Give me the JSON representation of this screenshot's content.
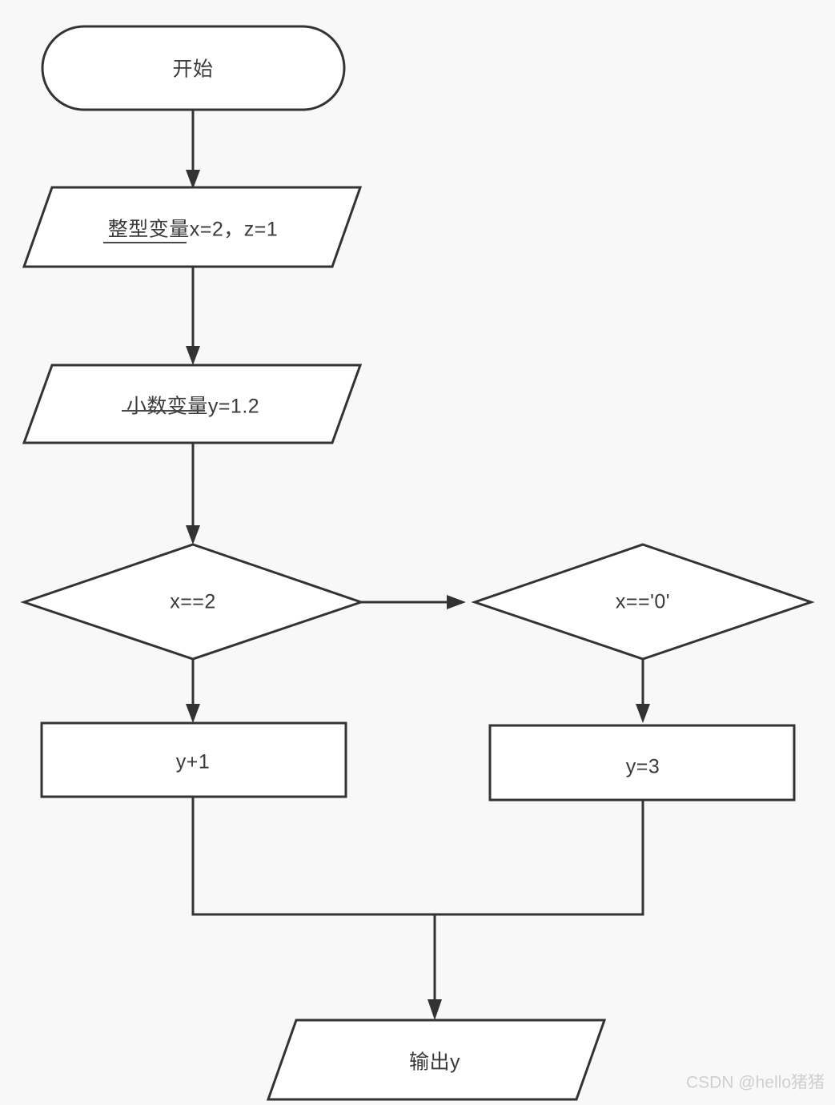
{
  "diagram": {
    "title": "flowchart",
    "background_color": "#f8f8f8",
    "node_fill": "#ffffff",
    "stroke_color": "#333333",
    "text_color": "#3a3a3a"
  },
  "nodes": {
    "start": {
      "label": "开始",
      "shape": "stadium"
    },
    "declare_int": {
      "label": "整型变量x=2，z=1",
      "shape": "parallelogram",
      "decoration": "underline"
    },
    "declare_float": {
      "label": "小数变量y=1.2",
      "shape": "parallelogram",
      "decoration": "strikethrough"
    },
    "cond_x_eq_2": {
      "label": "x==2",
      "shape": "diamond"
    },
    "cond_x_eq_zero_char": {
      "label": "x=='0'",
      "shape": "diamond"
    },
    "proc_y_plus_1": {
      "label": "y+1",
      "shape": "rectangle"
    },
    "proc_y_eq_3": {
      "label": "y=3",
      "shape": "rectangle"
    },
    "output_y": {
      "label": "输出y",
      "shape": "parallelogram"
    }
  },
  "edges": [
    {
      "from": "start",
      "to": "declare_int",
      "label": ""
    },
    {
      "from": "declare_int",
      "to": "declare_float",
      "label": ""
    },
    {
      "from": "declare_float",
      "to": "cond_x_eq_2",
      "label": ""
    },
    {
      "from": "cond_x_eq_2",
      "to": "cond_x_eq_zero_char",
      "label": ""
    },
    {
      "from": "cond_x_eq_2",
      "to": "proc_y_plus_1",
      "label": ""
    },
    {
      "from": "cond_x_eq_zero_char",
      "to": "proc_y_eq_3",
      "label": ""
    },
    {
      "from": "proc_y_plus_1",
      "to": "output_y",
      "label": ""
    },
    {
      "from": "proc_y_eq_3",
      "to": "output_y",
      "label": ""
    }
  ],
  "watermark": {
    "text": "CSDN @hello猪猪"
  }
}
